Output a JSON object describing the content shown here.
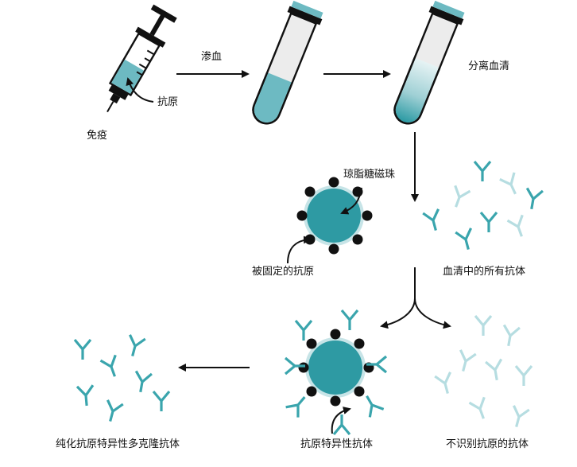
{
  "labels": {
    "immunize": "免疫",
    "antigen": "抗原",
    "bleed": "渗血",
    "separate_serum": "分离血清",
    "agarose_beads": "琼脂糖磁珠",
    "immobilized_antigen": "被固定的抗原",
    "all_antibodies": "血清中的所有抗体",
    "specific_antibodies": "抗原特异性抗体",
    "nonspecific_antibodies": "不识别抗原的抗体",
    "purified_polyclonal": "纯化抗原特异性多克隆抗体"
  },
  "colors": {
    "teal": "#3aa5ad",
    "teal_dark": "#2b8f98",
    "teal_light": "#b6dde1",
    "bead_fill": "#2e9aa3",
    "tube_fill": "#6dbac2",
    "black": "#111111"
  },
  "icons": [
    "syringe-icon",
    "test-tube-icon",
    "agarose-bead-icon",
    "antibody-icon",
    "arrow-icon"
  ]
}
